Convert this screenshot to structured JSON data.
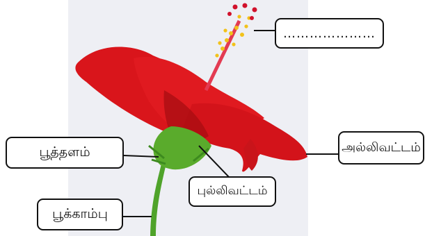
{
  "labels": {
    "blank": "…………………",
    "corolla": "அல்லிவட்டம்",
    "receptacle": "பூத்தளம்",
    "calyx": "புல்லிவட்டம்",
    "pedicel": "பூக்காம்பு"
  },
  "colors": {
    "petal": "#d9151b",
    "petal_dark": "#a80d12",
    "stem": "#4fa32a",
    "pollen": "#f2c21a"
  }
}
